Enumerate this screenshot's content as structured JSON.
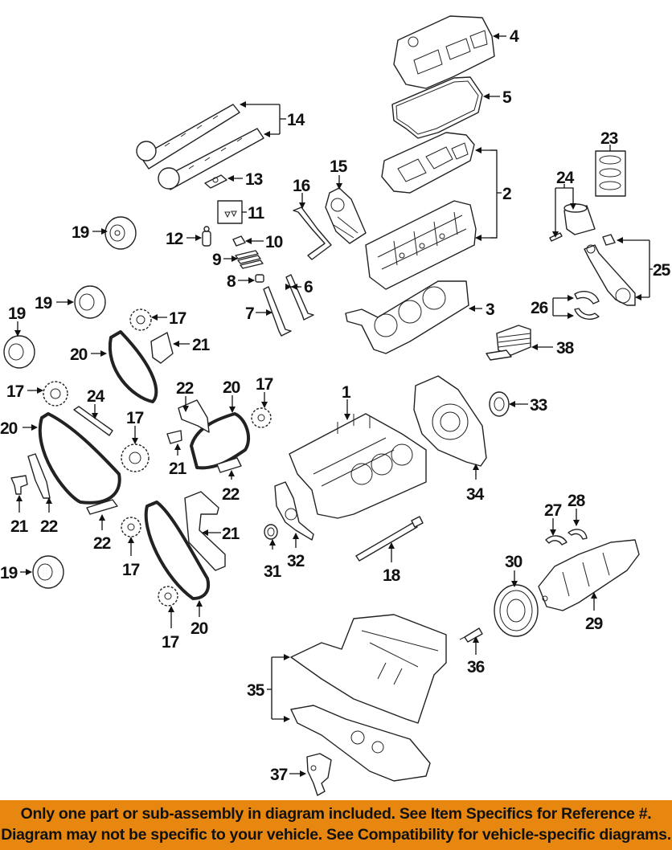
{
  "diagram": {
    "title": "Engine Parts Exploded Diagram",
    "callouts": {
      "c1": "1",
      "c2": "2",
      "c3": "3",
      "c4": "4",
      "c5": "5",
      "c6": "6",
      "c7": "7",
      "c8": "8",
      "c9": "9",
      "c10": "10",
      "c11": "11",
      "c12": "12",
      "c13": "13",
      "c14": "14",
      "c15": "15",
      "c16": "16",
      "c17a": "17",
      "c17b": "17",
      "c17c": "17",
      "c17d": "17",
      "c17e": "17",
      "c17f": "17",
      "c18": "18",
      "c19a": "19",
      "c19b": "19",
      "c19c": "19",
      "c19d": "19",
      "c20a": "20",
      "c20b": "20",
      "c20c": "20",
      "c20d": "20",
      "c21a": "21",
      "c21b": "21",
      "c21c": "21",
      "c21d": "21",
      "c22a": "22",
      "c22b": "22",
      "c22c": "22",
      "c22d": "22",
      "c23": "23",
      "c24a": "24",
      "c24b": "24",
      "c25": "25",
      "c26": "26",
      "c27": "27",
      "c28": "28",
      "c29": "29",
      "c30": "30",
      "c31": "31",
      "c32": "32",
      "c33": "33",
      "c34": "34",
      "c35": "35",
      "c36": "36",
      "c37": "37",
      "c38": "38"
    }
  },
  "banner": {
    "line1": "Only one part or sub-assembly in diagram included. See Item Specifics for Reference #.",
    "line2": "Diagram may not be specific to your vehicle. See Compatibility for vehicle-specific diagrams.",
    "background_color": "#e8870f"
  }
}
